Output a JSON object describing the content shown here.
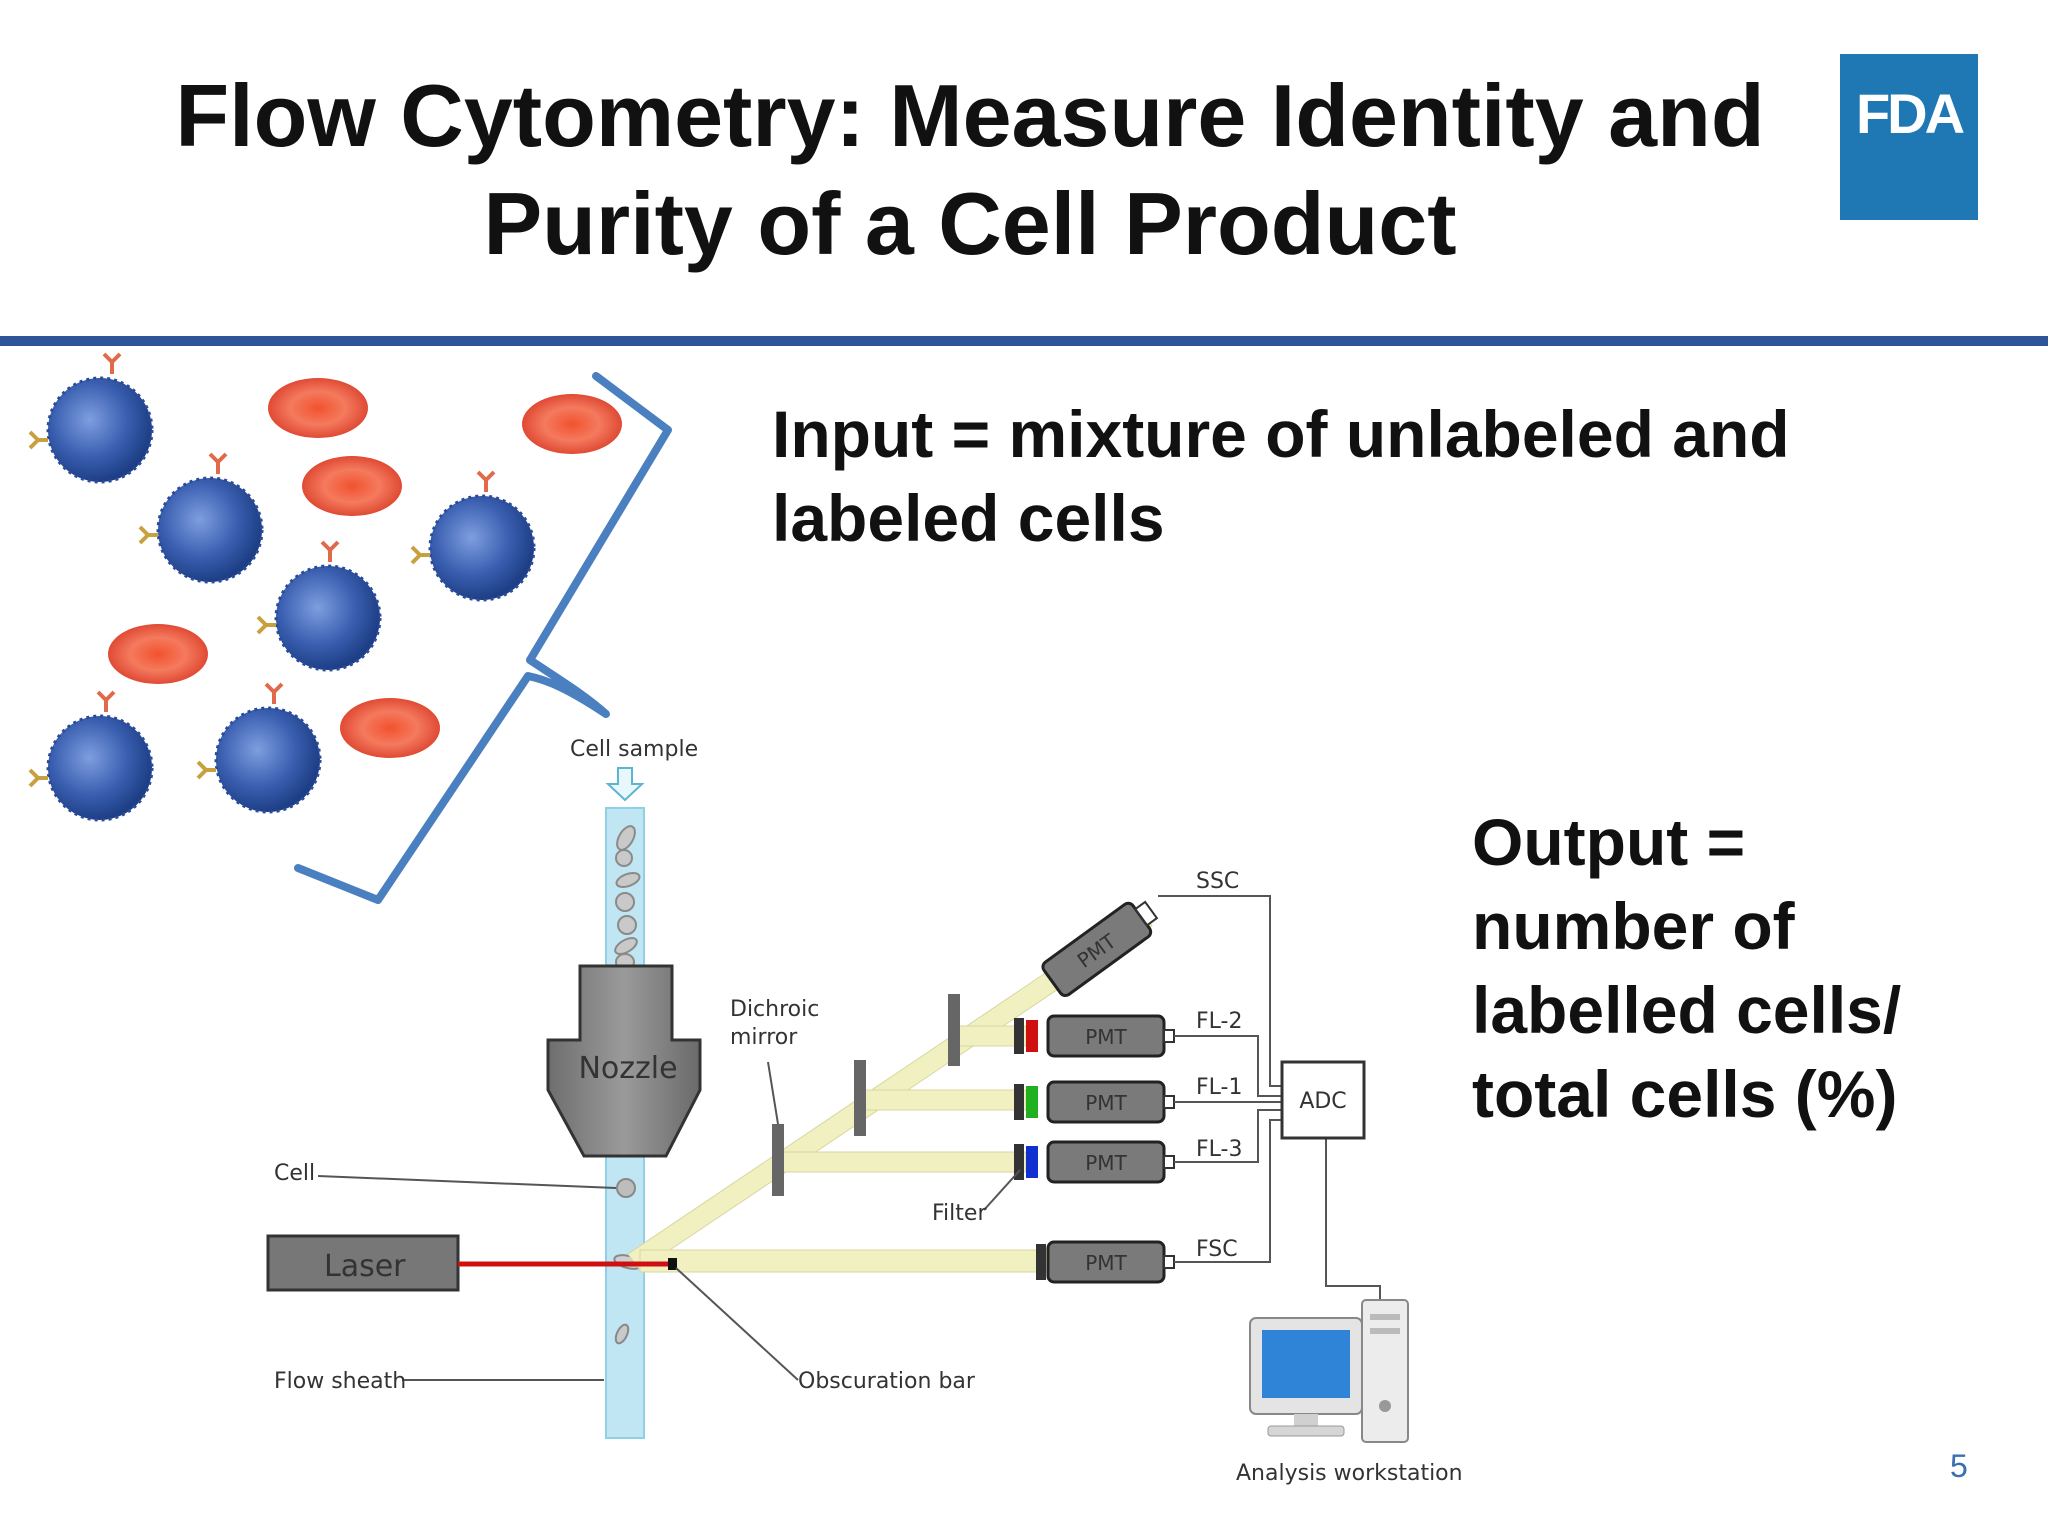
{
  "slide": {
    "title_line1": "Flow Cytometry: Measure Identity and",
    "title_line2": "Purity of a Cell Product",
    "logo_text": "FDA",
    "input_line1": "Input = mixture of unlabeled and",
    "input_line2": "labeled cells",
    "output_line1": "Output =",
    "output_line2": "number of",
    "output_line3": "labelled cells/",
    "output_line4": "total cells (%)",
    "page_number": "5"
  },
  "diagram": {
    "cell_sample": "Cell sample",
    "nozzle": "Nozzle",
    "cell": "Cell",
    "laser": "Laser",
    "flow_sheath": "Flow sheath",
    "dichroic_line1": "Dichroic",
    "dichroic_line2": "mirror",
    "filter": "Filter",
    "obscuration_bar": "Obscuration bar",
    "pmt": "PMT",
    "ssc": "SSC",
    "fl2": "FL-2",
    "fl1": "FL-1",
    "fl3": "FL-3",
    "fsc": "FSC",
    "adc": "ADC",
    "workstation": "Analysis workstation"
  },
  "colors": {
    "accent_rule": "#2e5597",
    "logo_bg": "#1f78b4",
    "bracket": "#4a7fc0",
    "laser_beam": "#d01010",
    "light_path": "#f1f0c0",
    "flow_channel": "#bfe6f2",
    "pmt_body": "#7a7a7a",
    "fl2_filter": "#d01010",
    "fl1_filter": "#20b020",
    "fl3_filter": "#1030d0",
    "t_cell": "#3a5fb0",
    "red_cell": "#e8503a"
  }
}
